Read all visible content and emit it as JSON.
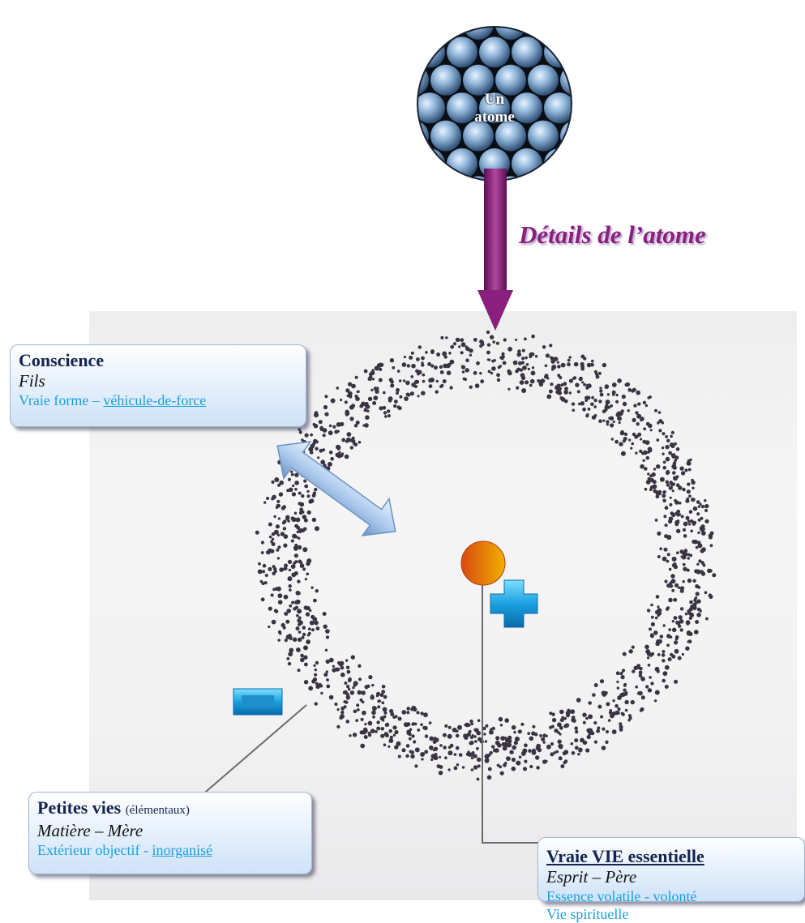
{
  "atom": {
    "label_line1": "Un",
    "label_line2": "atome"
  },
  "arrow_caption": "Détails de l’atome",
  "conscience": {
    "title": "Conscience",
    "subtitle": "Fils",
    "line_prefix": "Vraie forme – ",
    "line_link": "véhicule-de-force"
  },
  "petites_vies": {
    "title": "Petites vies",
    "title_note": "(élémentaux)",
    "subtitle": "Matière – Mère",
    "line_prefix": "Extérieur objectif - ",
    "line_link": "inorganisé"
  },
  "vraie_vie": {
    "title": "Vraie VIE essentielle",
    "subtitle": "Esprit – Père",
    "line1": "Essence volatile - volonté",
    "line2": "Vie spirituelle"
  },
  "colors": {
    "arrow_purple": "#8a1f7e",
    "caption_purple": "#8a1f7e",
    "box_title": "#15244d",
    "box_link": "#1aa0e0",
    "symbol_cyan": "#1aa0e0",
    "nucleus_start": "#d84a10",
    "nucleus_end": "#f0b000",
    "dots": "#3a3442"
  },
  "symbols": {
    "plus": "plus-icon",
    "minus": "minus-icon",
    "double_arrow": "double-arrow-icon",
    "atom_sphere": "sphere-lattice-icon"
  }
}
